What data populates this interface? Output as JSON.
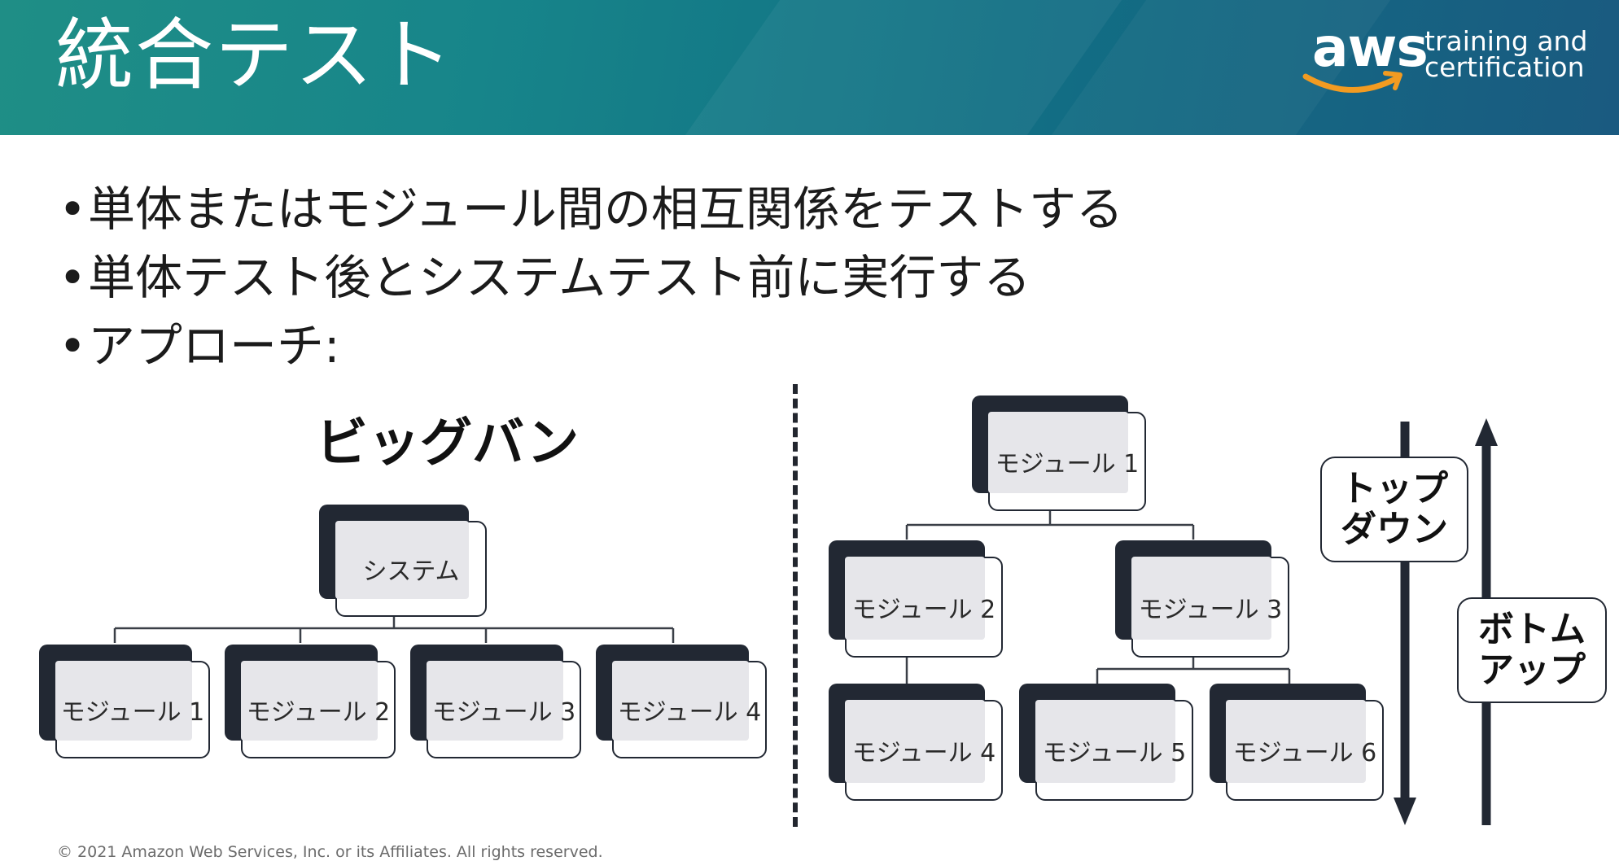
{
  "slide": {
    "title": "統合テスト",
    "logo": {
      "word": "aws",
      "tagline_1": "training and",
      "tagline_2": "certification"
    },
    "bullets": [
      "単体またはモジュール間の相互関係をテストする",
      "単体テスト後とシステムテスト前に実行する",
      "アプローチ:"
    ],
    "bullet_glyph": "•"
  },
  "big_bang": {
    "title": "ビッグバン",
    "root": "システム",
    "children": [
      "モジュール 1",
      "モジュール 2",
      "モジュール 3",
      "モジュール 4"
    ]
  },
  "incremental": {
    "module_1": "モジュール  1",
    "module_2": "モジュール 2",
    "module_3": "モジュール 3",
    "module_4": "モジュール 4",
    "module_5": "モジュール 5",
    "module_6": "モジュール 6",
    "top_down_1": "トップ",
    "top_down_2": "ダウン",
    "bottom_up_1": "ボトム",
    "bottom_up_2": "アップ"
  },
  "footer": {
    "copyright": "© 2021 Amazon Web Services, Inc. or its Affiliates. All rights reserved."
  },
  "colors": {
    "header_start": "#1f8e86",
    "header_end": "#1a5a80",
    "node_dark": "#222833",
    "node_fill": "#e6e6ea",
    "smile": "#f29b21"
  }
}
